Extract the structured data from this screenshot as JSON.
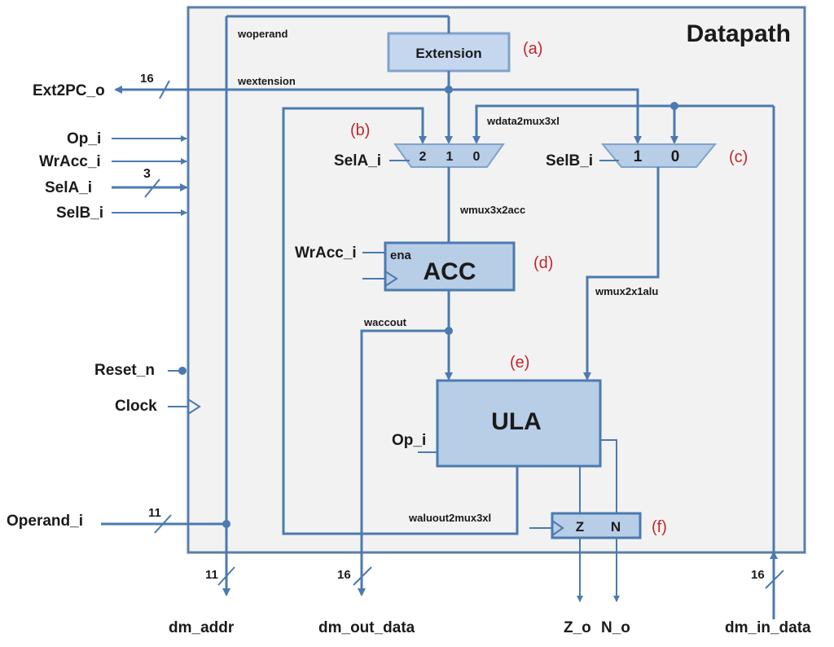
{
  "title": "Datapath",
  "colors": {
    "wire": "#4a7ab0",
    "block_fill": "#b8cde6",
    "block_stroke": "#4a7ab0",
    "tag_color": "#c0282d",
    "frame_fill": "#f2f2f2",
    "frame_stroke": "#5b7fa6"
  },
  "blocks": {
    "extension": {
      "label": "Extension",
      "tag": "(a)"
    },
    "mux3": {
      "tag": "(b)",
      "inputs": [
        "2",
        "1",
        "0"
      ],
      "select": "SelA_i"
    },
    "mux2": {
      "tag": "(c)",
      "inputs": [
        "1",
        "0"
      ],
      "select": "SelB_i"
    },
    "acc": {
      "label": "ACC",
      "tag": "(d)",
      "enable": "ena",
      "enable_input": "WrAcc_i"
    },
    "ula": {
      "label": "ULA",
      "tag": "(e)",
      "op_input": "Op_i"
    },
    "flags": {
      "tag": "(f)",
      "z": "Z",
      "n": "N"
    }
  },
  "wires": {
    "woperand": "woperand",
    "wextension": "wextension",
    "wdata2mux3xl": "wdata2mux3xl",
    "wmux3x2acc": "wmux3x2acc",
    "wmux2x1alu": "wmux2x1alu",
    "waccout": "waccout",
    "waluout2mux3xl": "waluout2mux3xl"
  },
  "inputs": {
    "op_i": "Op_i",
    "wracc_i": "WrAcc_i",
    "sela_i": "SelA_i",
    "selb_i": "SelB_i",
    "reset_n": "Reset_n",
    "clock": "Clock",
    "operand_i": "Operand_i",
    "dm_in_data": "dm_in_data"
  },
  "outputs": {
    "ext2pc_o": "Ext2PC_o",
    "dm_addr": "dm_addr",
    "dm_out_data": "dm_out_data",
    "z_o": "Z_o",
    "n_o": "N_o"
  },
  "bus_widths": {
    "ext2pc": "16",
    "sela": "3",
    "operand": "11",
    "dm_addr": "11",
    "dm_out_data": "16",
    "dm_in_data": "16"
  }
}
